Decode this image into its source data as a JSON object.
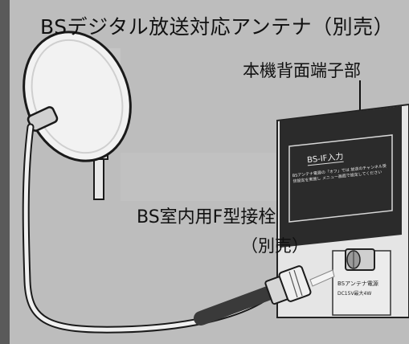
{
  "labels": {
    "title": "BSデジタル放送対応アンテナ（別売）",
    "port": "本機背面端子部",
    "connector_line1": "BS室内用F型接栓",
    "connector_line2": "（別売）"
  },
  "panel": {
    "header": "BS-IF入力",
    "note": "BSアンテナ電源の「オフ」では 放送のチャンネル受信設定を実施し メニュー画面で設定してください",
    "jack_line1": "BSアンテナ電源",
    "jack_line2": "DC15V最大4W"
  },
  "colors": {
    "background": "#bdbdbd",
    "panel": "#2b2b2b",
    "cable": "#3a3a3a",
    "dish": "#f2f2f2"
  }
}
